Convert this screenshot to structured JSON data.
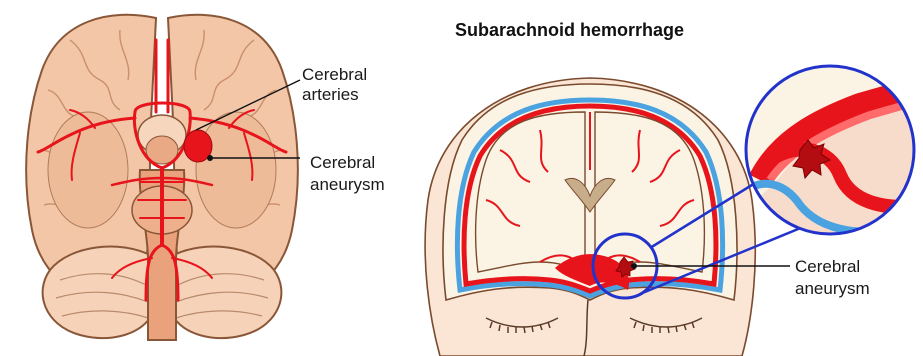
{
  "left_panel": {
    "labels": {
      "arteries_line1": "Cerebral",
      "arteries_line2": "arteries",
      "aneurysm_line1": "Cerebral",
      "aneurysm_line2": "aneurysm"
    }
  },
  "right_panel": {
    "title": "Subarachnoid hemorrhage",
    "labels": {
      "aneurysm_line1": "Cerebral",
      "aneurysm_line2": "aneurysm"
    }
  },
  "colors": {
    "brain_tissue": "#f4c8a8",
    "brain_outline": "#7a4a2e",
    "artery": "#e8141c",
    "csf_blue": "#4aa3e0",
    "skull_cream": "#fbf4e4",
    "skin": "#fbe6d6"
  }
}
